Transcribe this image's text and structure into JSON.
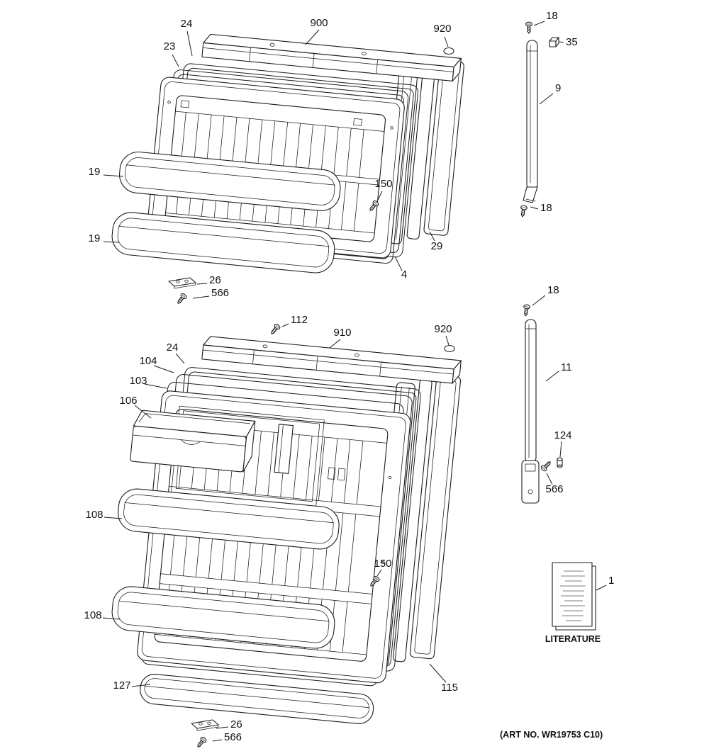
{
  "drawing": {
    "art_no": "(ART NO. WR19753 C10)",
    "literature_label": "LITERATURE",
    "ink_color": "#1c1c1c",
    "paper_color": "#ffffff"
  },
  "callouts": {
    "t900": "900",
    "t24": "24",
    "t23": "23",
    "t920": "920",
    "t18_top": "18",
    "t35": "35",
    "t9": "9",
    "t18_bottom": "18",
    "t19_upper": "19",
    "t19_lower": "19",
    "t150": "150",
    "t29": "29",
    "t4": "4",
    "t26": "26",
    "t566": "566",
    "b112": "112",
    "b910": "910",
    "b920": "920",
    "b18": "18",
    "b24": "24",
    "b104": "104",
    "b103": "103",
    "b106": "106",
    "b11": "11",
    "b108_upper": "108",
    "b108_lower": "108",
    "b150": "150",
    "b115": "115",
    "b124": "124",
    "b566_handle": "566",
    "b127": "127",
    "b26": "26",
    "b566_bottom": "566",
    "b1": "1"
  }
}
